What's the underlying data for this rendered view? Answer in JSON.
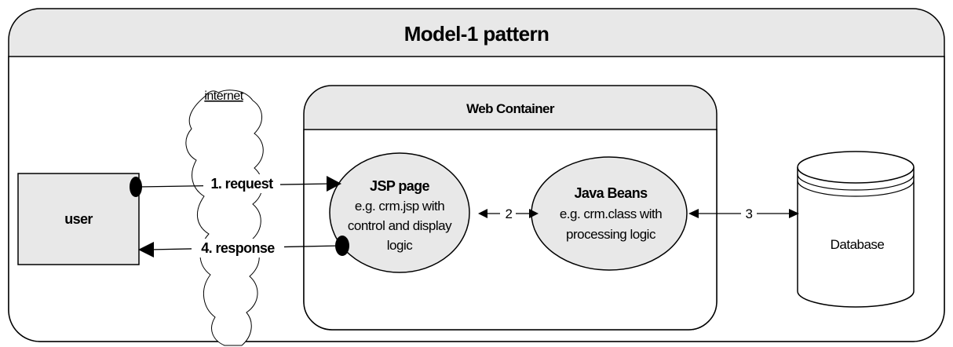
{
  "title": "Model-1 pattern",
  "internet_label": "internet",
  "user": {
    "label": "user"
  },
  "web_container": {
    "title": "Web Container"
  },
  "jsp": {
    "title": "JSP page",
    "line1": "e.g. crm.jsp with",
    "line2": "control and display",
    "line3": "logic"
  },
  "beans": {
    "title": "Java Beans",
    "line1": "e.g. crm.class with",
    "line2": "processing logic"
  },
  "database": {
    "label": "Database"
  },
  "arrows": {
    "request": "1. request",
    "jsp_beans": "2",
    "beans_db": "3",
    "response": "4. response"
  },
  "colors": {
    "shape_fill": "#e8e8e8",
    "stroke": "#000000",
    "background": "#ffffff"
  }
}
